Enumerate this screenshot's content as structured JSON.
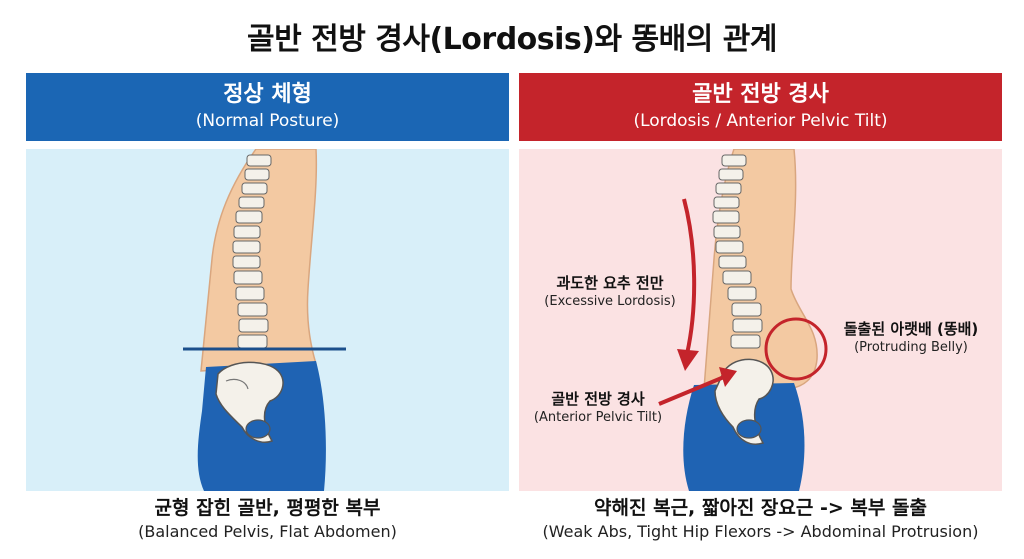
{
  "title": "골반 전방 경사(Lordosis)와 똥배의 관계",
  "left": {
    "header_title": "정상 체형",
    "header_sub": "(Normal Posture)",
    "caption_main": "균형 잡힌 골반, 평평한 복부",
    "caption_sub": "(Balanced Pelvis, Flat Abdomen)"
  },
  "right": {
    "header_title": "골반 전방 경사",
    "header_sub": "(Lordosis / Anterior Pelvic Tilt)",
    "caption_main": "약해진 복근, 짧아진 장요근 -> 복부 돌출",
    "caption_sub": "(Weak Abs, Tight Hip Flexors -> Abdominal Protrusion)",
    "annotations": {
      "lordosis_kr": "과도한 요추 전만",
      "lordosis_en": "(Excessive Lordosis)",
      "belly_kr": "돌출된 아랫배 (똥배)",
      "belly_en": "(Protruding Belly)",
      "tilt_kr": "골반 전방 경사",
      "tilt_en": "(Anterior Pelvic Tilt)"
    }
  },
  "colors": {
    "normal_header": "#1b66b4",
    "lordosis_header": "#c4242b",
    "normal_bg": "#d8eff9",
    "lordosis_bg": "#fbe2e3",
    "skin": "#f3c9a2",
    "pants": "#1f63b3",
    "arrow": "#c4242b"
  }
}
